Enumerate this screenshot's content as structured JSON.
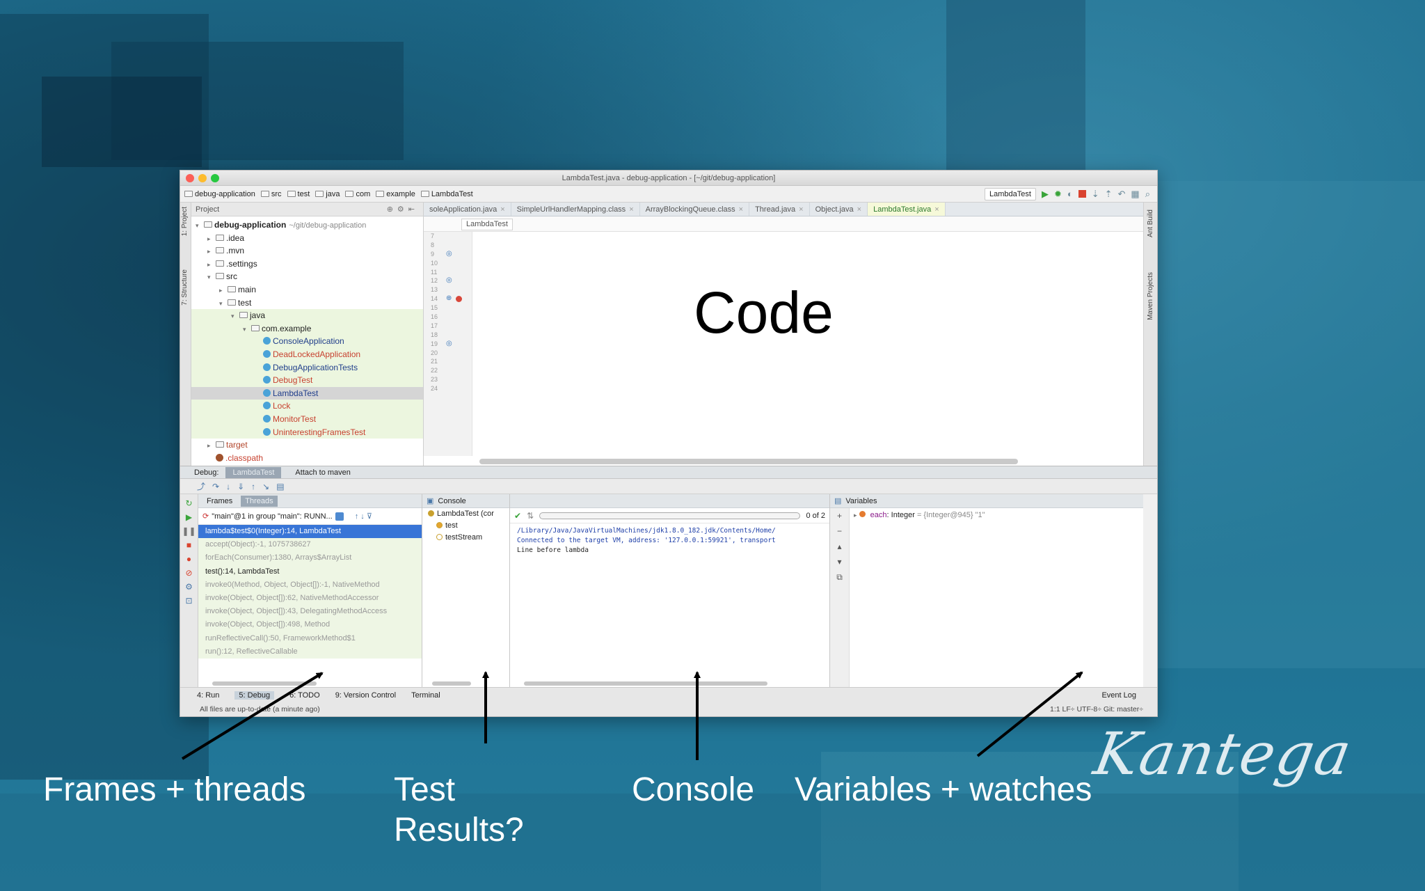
{
  "window": {
    "title": "LambdaTest.java - debug-application - [~/git/debug-application]"
  },
  "navbar": {
    "crumbs": [
      "debug-application",
      "src",
      "test",
      "java",
      "com",
      "example",
      "LambdaTest"
    ],
    "run_config": "LambdaTest"
  },
  "project_panel": {
    "header": "Project",
    "tree": [
      {
        "label": "debug-application",
        "extra": "~/git/debug-application",
        "indent": 0,
        "arrow": "▾",
        "kind": "folder-bold"
      },
      {
        "label": ".idea",
        "indent": 1,
        "arrow": "▸",
        "kind": "folder"
      },
      {
        "label": ".mvn",
        "indent": 1,
        "arrow": "▸",
        "kind": "folder"
      },
      {
        "label": ".settings",
        "indent": 1,
        "arrow": "▸",
        "kind": "folder"
      },
      {
        "label": "src",
        "indent": 1,
        "arrow": "▾",
        "kind": "folder"
      },
      {
        "label": "main",
        "indent": 2,
        "arrow": "▸",
        "kind": "folder"
      },
      {
        "label": "test",
        "indent": 2,
        "arrow": "▾",
        "kind": "folder"
      },
      {
        "label": "java",
        "indent": 3,
        "arrow": "▾",
        "kind": "folder",
        "green": true
      },
      {
        "label": "com.example",
        "indent": 4,
        "arrow": "▾",
        "kind": "package",
        "green": true
      },
      {
        "label": "ConsoleApplication",
        "indent": 5,
        "kind": "class",
        "green": true
      },
      {
        "label": "DeadLockedApplication",
        "indent": 5,
        "kind": "class-red",
        "green": true
      },
      {
        "label": "DebugApplicationTests",
        "indent": 5,
        "kind": "class",
        "green": true
      },
      {
        "label": "DebugTest",
        "indent": 5,
        "kind": "class-red",
        "green": true
      },
      {
        "label": "LambdaTest",
        "indent": 5,
        "kind": "class",
        "selected": true
      },
      {
        "label": "Lock",
        "indent": 5,
        "kind": "class-red",
        "green": true
      },
      {
        "label": "MonitorTest",
        "indent": 5,
        "kind": "class-red",
        "green": true
      },
      {
        "label": "UninterestingFramesTest",
        "indent": 5,
        "kind": "class-red",
        "green": true
      },
      {
        "label": "target",
        "indent": 1,
        "arrow": "▸",
        "kind": "folder-orange"
      },
      {
        "label": ".classpath",
        "indent": 1,
        "kind": "file-orange"
      }
    ]
  },
  "editor": {
    "tabs": [
      {
        "label": "soleApplication.java",
        "active": false
      },
      {
        "label": "SimpleUrlHandlerMapping.class",
        "active": false
      },
      {
        "label": "ArrayBlockingQueue.class",
        "active": false
      },
      {
        "label": "Thread.java",
        "active": false
      },
      {
        "label": "Object.java",
        "active": false
      },
      {
        "label": "LambdaTest.java",
        "active": true
      }
    ],
    "breadcrumb": "LambdaTest",
    "line_numbers": [
      "7",
      "8",
      "9",
      "10",
      "11",
      "12",
      "13",
      "14",
      "15",
      "16",
      "17",
      "18",
      "19",
      "20",
      "21",
      "22",
      "23",
      "24"
    ],
    "overlay_label": "Code"
  },
  "debug": {
    "title": "Debug:",
    "tabs": [
      {
        "label": "LambdaTest",
        "active": true
      },
      {
        "label": "Attach to maven",
        "active": false
      }
    ],
    "frames_tabs": [
      {
        "label": "Frames",
        "active": false
      },
      {
        "label": "Threads",
        "active": true
      }
    ],
    "thread": "\"main\"@1 in group \"main\": RUNN...",
    "frames": [
      {
        "text": "lambda$test$0(Integer):14, LambdaTest",
        "state": "selected"
      },
      {
        "text": "accept(Object):-1, 1075738627",
        "state": "dim"
      },
      {
        "text": "forEach(Consumer):1380, Arrays$ArrayList",
        "state": "dim"
      },
      {
        "text": "test():14, LambdaTest",
        "state": "active"
      },
      {
        "text": "invoke0(Method, Object, Object[]):-1, NativeMethod",
        "state": "dim"
      },
      {
        "text": "invoke(Object, Object[]):62, NativeMethodAccessor",
        "state": "dim"
      },
      {
        "text": "invoke(Object, Object[]):43, DelegatingMethodAccess",
        "state": "dim"
      },
      {
        "text": "invoke(Object, Object[]):498, Method",
        "state": "dim"
      },
      {
        "text": "runReflectiveCall():50, FrameworkMethod$1",
        "state": "dim"
      },
      {
        "text": "run():12, ReflectiveCallable",
        "state": "dim"
      }
    ],
    "console_header": "Console",
    "tests": [
      {
        "label": "LambdaTest (cor",
        "color": "#c9a12e"
      },
      {
        "label": "test",
        "color": "#e5a530"
      },
      {
        "label": "testStream",
        "color": "#ffffff"
      }
    ],
    "progress_count": "0 of 2",
    "console_lines": [
      {
        "text": "/Library/Java/JavaVirtualMachines/jdk1.8.0_182.jdk/Contents/Home/",
        "blue": true
      },
      {
        "text": "Connected to the target VM, address: '127.0.0.1:59921', transport",
        "blue": true
      },
      {
        "text": "Line before lambda",
        "blue": false
      }
    ],
    "variables_header": "Variables",
    "variable": {
      "name": "each",
      "type": "Integer",
      "value": "= {Integer@945} \"1\""
    }
  },
  "statusbar": {
    "items": [
      {
        "label": "4: Run",
        "active": false
      },
      {
        "label": "5: Debug",
        "active": true
      },
      {
        "label": "6: TODO",
        "active": false
      },
      {
        "label": "9: Version Control",
        "active": false
      },
      {
        "label": "Terminal",
        "active": false
      }
    ],
    "event_log": "Event Log",
    "message": "All files are up-to-date (a minute ago)",
    "position": "1:1  LF÷  UTF-8÷  Git: master÷"
  },
  "annotations": {
    "frames": "Frames + threads",
    "tests_line1": "Test",
    "tests_line2": "Results?",
    "console": "Console",
    "variables": "Variables + watches"
  },
  "logo": "Kantega"
}
